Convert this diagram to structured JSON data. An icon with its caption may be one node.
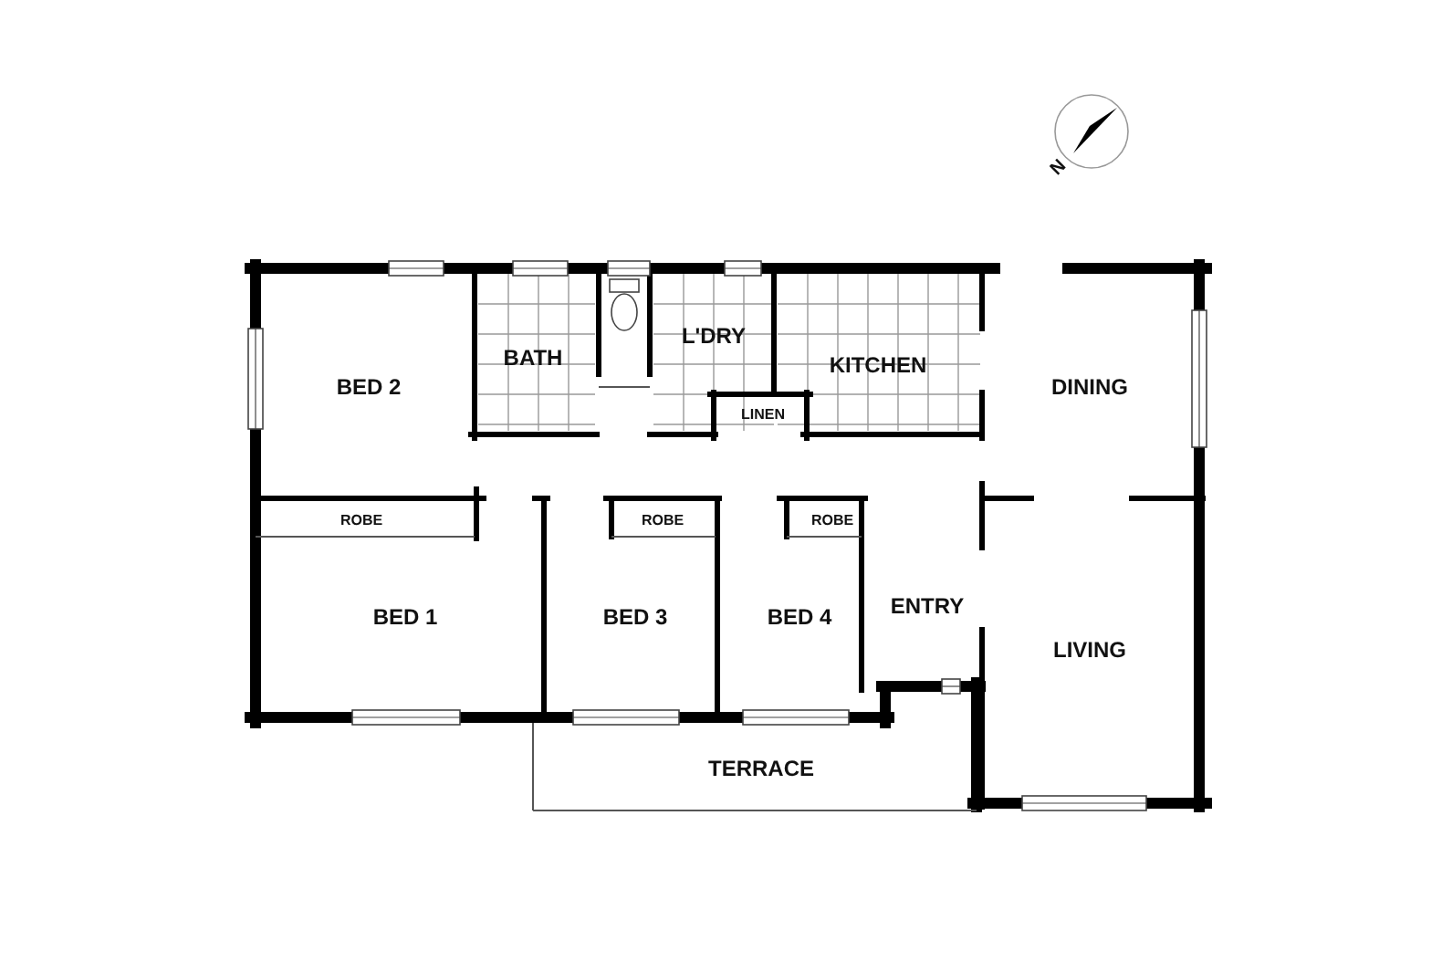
{
  "diagram": {
    "labels": [
      "N",
      "L'DRY",
      "BATH",
      "KITCHEN",
      "BED 2",
      "DINING",
      "LINEN",
      "ROBE",
      "ROBE",
      "ROBE",
      "ENTRY",
      "BED 1",
      "BED 3",
      "BED 4",
      "LIVING",
      "TERRACE"
    ]
  }
}
